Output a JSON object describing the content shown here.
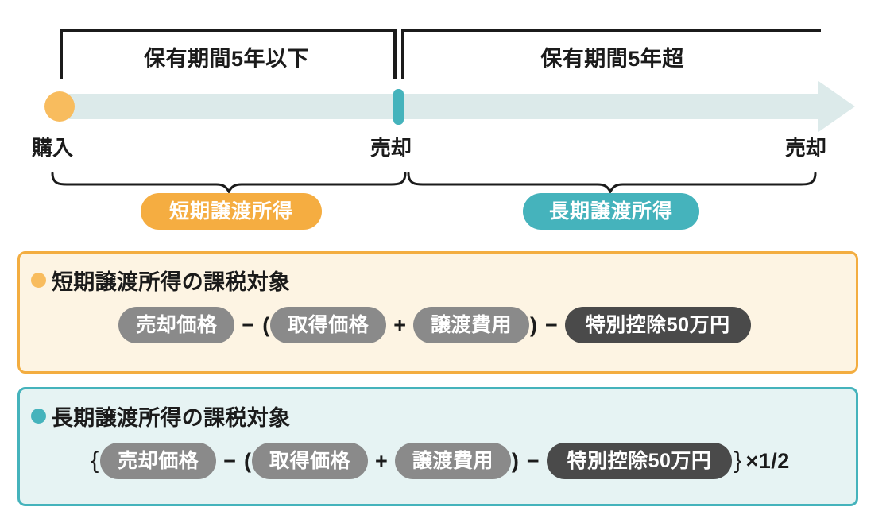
{
  "timeline": {
    "periods": [
      {
        "label": "保有期間5年以下"
      },
      {
        "label": "保有期間5年超"
      }
    ],
    "points": [
      {
        "label": "購入"
      },
      {
        "label": "売却"
      },
      {
        "label": "売却"
      }
    ],
    "badges": [
      {
        "label": "短期譲渡所得",
        "color": "#F5AD41"
      },
      {
        "label": "長期譲渡所得",
        "color": "#45B3BC"
      }
    ],
    "bar_color": "#DCEAEA",
    "start_dot_color": "#F8BC5E",
    "split_marker_color": "#45B3BC"
  },
  "boxes": {
    "short": {
      "heading": "短期譲渡所得の課税対象",
      "dot_color": "#F8BC5E",
      "border_color": "#F3AD40",
      "background_color": "#FDF4E3",
      "formula": {
        "sale_price": "売却価格",
        "minus_1": "−",
        "paren_open": "(",
        "acquisition_price": "取得価格",
        "plus": "+",
        "transfer_cost": "譲渡費用",
        "paren_close": ")",
        "minus_2": "−",
        "special_deduction": "特別控除50万円"
      }
    },
    "long": {
      "heading": "長期譲渡所得の課税対象",
      "dot_color": "#45B3BC",
      "border_color": "#45B3BC",
      "background_color": "#E6F3F3",
      "formula": {
        "brace_open": "{",
        "sale_price": "売却価格",
        "minus_1": "−",
        "paren_open": "(",
        "acquisition_price": "取得価格",
        "plus": "+",
        "transfer_cost": "譲渡費用",
        "paren_close": ")",
        "minus_2": "−",
        "special_deduction": "特別控除50万円",
        "brace_close": "}",
        "multiplier": "×1/2"
      }
    }
  }
}
